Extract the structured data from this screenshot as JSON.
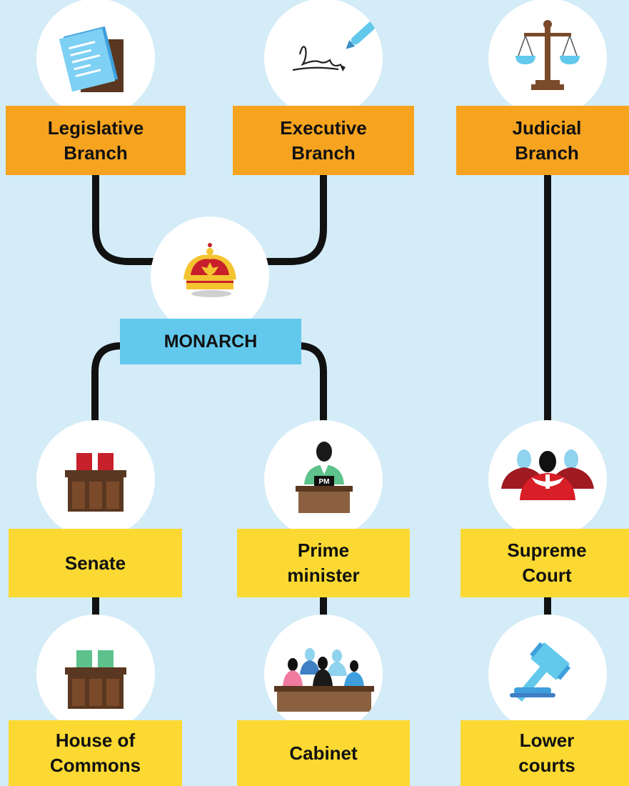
{
  "diagram": {
    "branches": {
      "legislative": "Legislative\nBranch",
      "executive": "Executive\nBranch",
      "judicial": "Judicial\nBranch"
    },
    "monarch": "MONARCH",
    "nodes": {
      "senate": "Senate",
      "prime_minister": "Prime\nminister",
      "supreme_court": "Supreme\nCourt",
      "house_of_commons": "House of\nCommons",
      "cabinet": "Cabinet",
      "lower_courts": "Lower\ncourts"
    },
    "podium_badge": "PM"
  },
  "icons": [
    "documents-icon",
    "signature-pen-icon",
    "scales-of-justice-icon",
    "crown-icon",
    "senate-seats-icon",
    "prime-minister-podium-icon",
    "supreme-court-judges-icon",
    "commons-seats-icon",
    "cabinet-members-icon",
    "gavel-icon"
  ],
  "colors": {
    "background": "#d4ecf7",
    "branch_box": "#f6a41f",
    "node_box": "#fbd932",
    "monarch_box": "#62c9ec",
    "connector": "#111111",
    "senate_red": "#c8202a",
    "commons_green": "#5ec28c"
  }
}
